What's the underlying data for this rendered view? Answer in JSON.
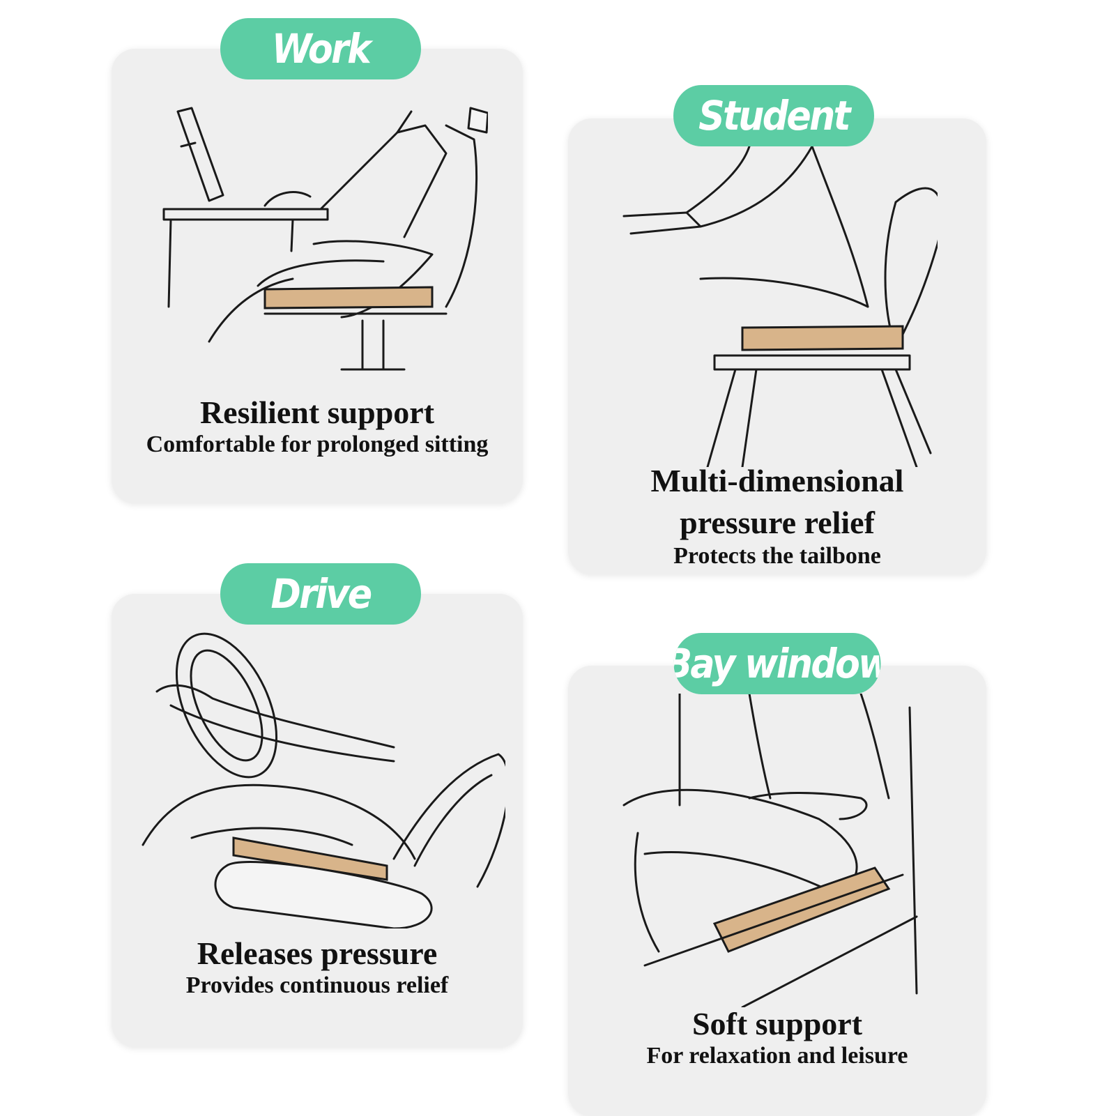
{
  "colors": {
    "accent": "#5ccda4",
    "card": "#efefef",
    "cushion": "#d8b48a",
    "text": "#111111"
  },
  "panels": [
    {
      "tag": "Work",
      "title": "Resilient support",
      "subtitle": "Comfortable for prolonged sitting",
      "illustration": "office-chair-desk"
    },
    {
      "tag": "Student",
      "title": "Multi-dimensional pressure relief",
      "subtitle": "Protects the tailbone",
      "illustration": "student-chair"
    },
    {
      "tag": "Drive",
      "title": "Releases pressure",
      "subtitle": "Provides continuous relief",
      "illustration": "car-seat-steering-wheel"
    },
    {
      "tag": "Bay window",
      "title": "Soft support",
      "subtitle": "For relaxation and leisure",
      "illustration": "bay-window-seat"
    }
  ]
}
